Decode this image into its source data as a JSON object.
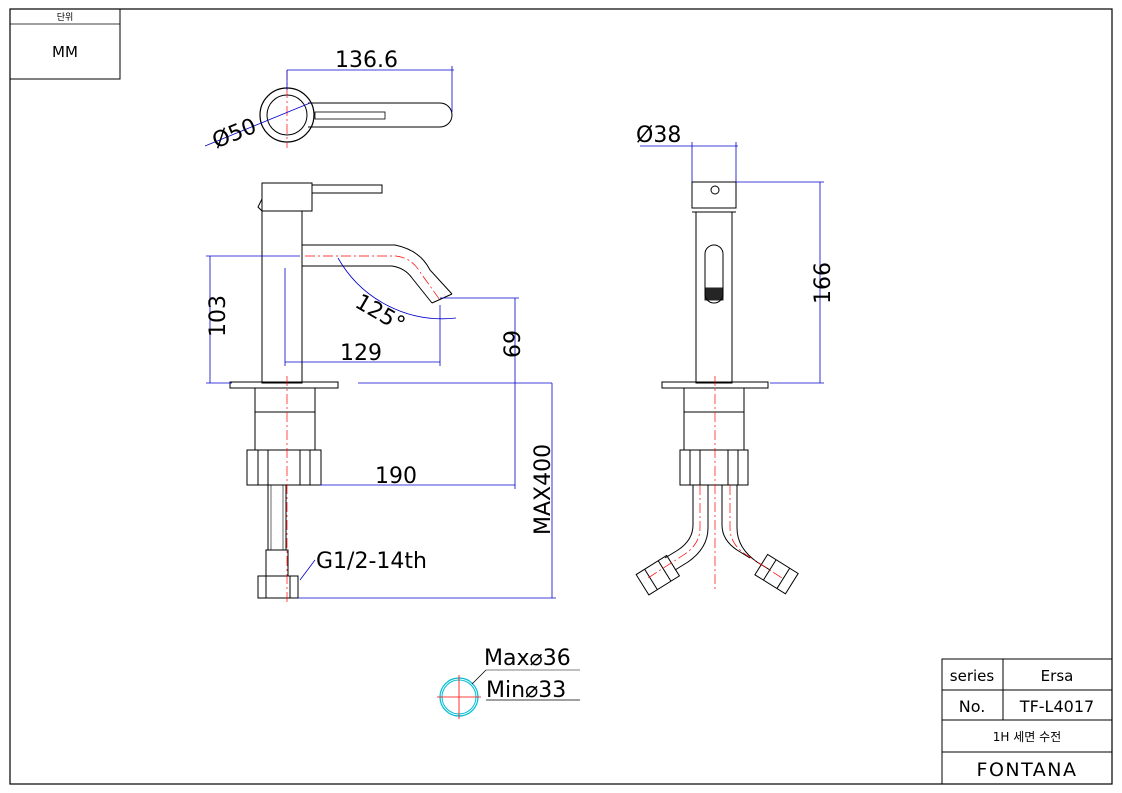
{
  "unit_box": {
    "header": "단위",
    "value": "MM"
  },
  "dimensions": {
    "top_width": "136.6",
    "head_diameter": "Ø50",
    "body_diameter": "Ø38",
    "body_height": "166",
    "spout_height": "103",
    "spout_angle": "125°",
    "spout_reach": "129",
    "outlet_height": "69",
    "shank_reach": "190",
    "max_length": "MAX400",
    "thread": "G1/2-14th",
    "hole_max": "Max⌀36",
    "hole_min": "Min⌀33"
  },
  "title_block": {
    "series_label": "series",
    "series_value": "Ersa",
    "no_label": "No.",
    "no_value": "TF-L4017",
    "description": "1H 세면 수전",
    "brand": "FONTANA"
  },
  "colors": {
    "line": "#000000",
    "dimension": "#0000cc",
    "centerline": "#ff0000",
    "cyan": "#00bcd4"
  }
}
